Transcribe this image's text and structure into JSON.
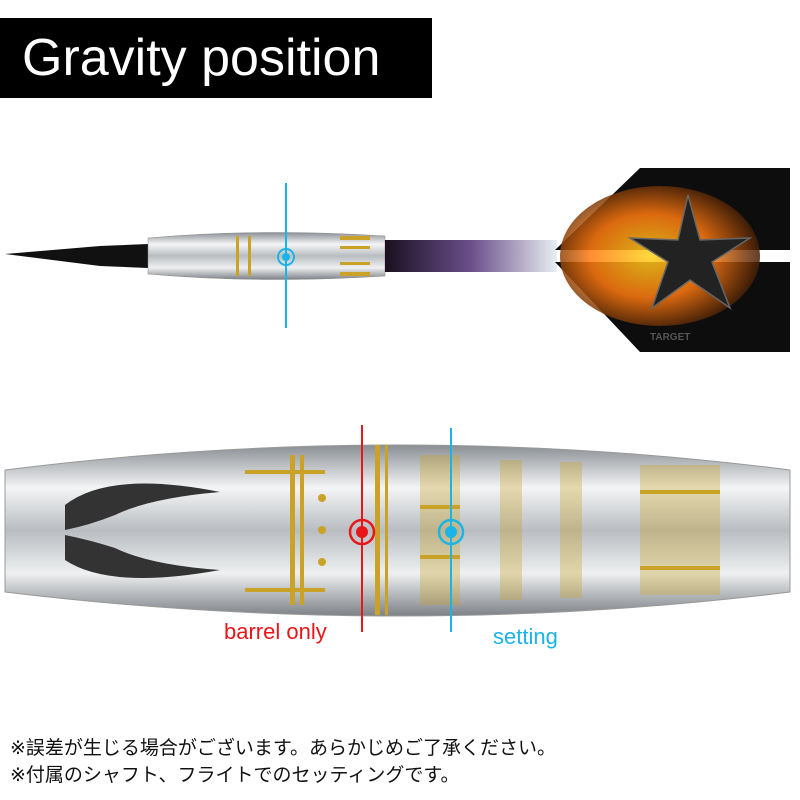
{
  "title": "Gravity position",
  "flight_logo": "TARGET",
  "markers": {
    "barrel_only": {
      "label": "barrel only",
      "color": "#e8161b"
    },
    "setting": {
      "label": "setting",
      "color": "#1ab4e6"
    }
  },
  "notes": [
    "※誤差が生じる場合がございます。あらかじめご了承ください。",
    "※付属のシャフト、フライトでのセッティングです。"
  ]
}
